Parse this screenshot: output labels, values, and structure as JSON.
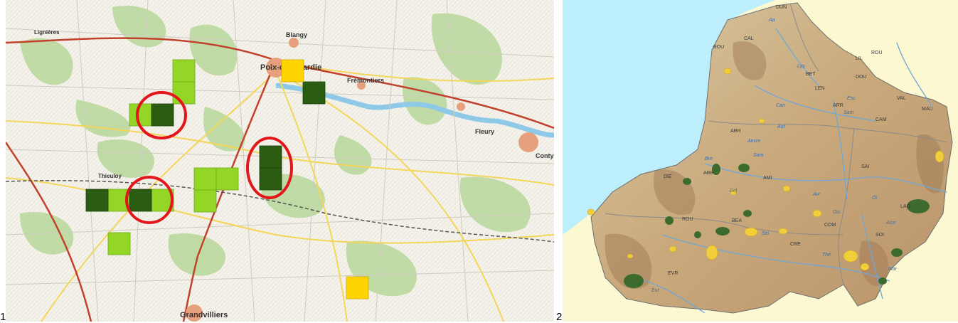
{
  "figure_numbers": {
    "left": "1",
    "right": "2"
  },
  "map1": {
    "towns": [
      {
        "name": "Poix-de-Picardie"
      },
      {
        "name": "Blangy"
      },
      {
        "name": "Frémontiers"
      },
      {
        "name": "Conty"
      },
      {
        "name": "Fleury"
      },
      {
        "name": "Grandvilliers"
      },
      {
        "name": "Lignières"
      },
      {
        "name": "Thieuloy"
      }
    ],
    "legend_colors": {
      "dark_green": "#2a5c12",
      "light_green": "#93d626",
      "yellow": "#ffd400",
      "circle": "#e3161b"
    }
  },
  "map2": {
    "places": [
      "DUN",
      "CAL",
      "BOU",
      "BET",
      "LEN",
      "DOU",
      "ARR",
      "CAM",
      "VAL",
      "MAU",
      "ARR",
      "ABB",
      "AMI",
      "SAI",
      "LAO",
      "BEA",
      "COM",
      "SOI",
      "CRE",
      "DIE",
      "EVR",
      "ROU",
      "LIL",
      "ROU"
    ],
    "rivers": [
      "Aa",
      "Lys",
      "Can",
      "Aut",
      "Som",
      "Bre",
      "Oi",
      "Ois",
      "Sei",
      "Aisn",
      "Mar",
      "Eur",
      "Sel",
      "Avr",
      "Thé",
      "Ancre",
      "Esc",
      "Sam"
    ],
    "colors": {
      "sea": "#bdeefb",
      "land": "#fbf8d2",
      "green": "#3d6b2e",
      "yellow": "#f2cf3a"
    }
  }
}
